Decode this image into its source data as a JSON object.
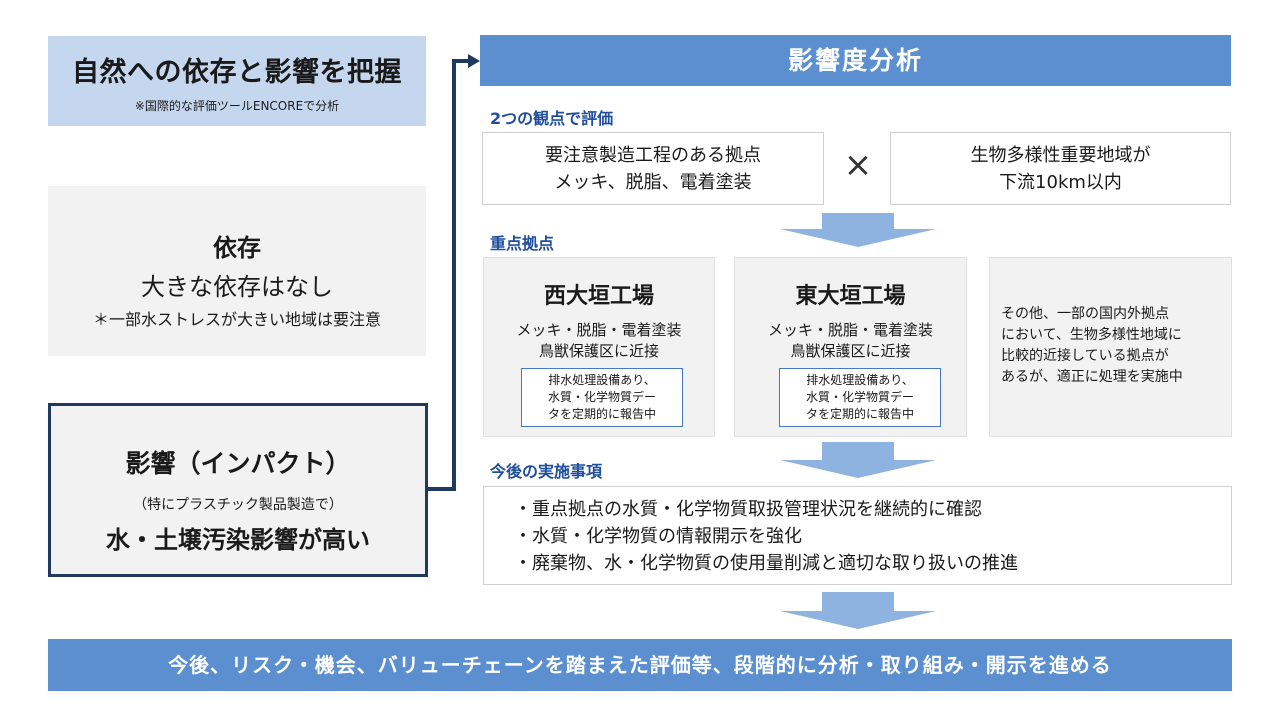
{
  "left": {
    "grasp_title": "自然への依存と影響を把握",
    "grasp_note": "※国際的な評価ツールENCOREで分析",
    "dependence_title": "依存",
    "dependence_main": "大きな依存はなし",
    "dependence_note": "＊一部水ストレスが大きい地域は要注意",
    "impact_title": "影響（インパクト）",
    "impact_note": "（特にプラスチック製品製造で）",
    "impact_main": "水・土壌汚染影響が高い"
  },
  "header": {
    "title": "影響度分析"
  },
  "evaluation": {
    "label": "2つの観点で評価",
    "box1_line1": "要注意製造工程のある拠点",
    "box1_line2": "メッキ、脱脂、電着塗装",
    "times": "×",
    "box2_line1": "生物多様性重要地域が",
    "box2_line2": "下流10km以内"
  },
  "priority": {
    "label": "重点拠点",
    "sites": [
      {
        "name": "西大垣工場",
        "desc1": "メッキ・脱脂・電着塗装",
        "desc2": "鳥獣保護区に近接",
        "note1": "排水処理設備あり、",
        "note2": "水質・化学物質デー",
        "note3": "タを定期的に報告中"
      },
      {
        "name": "東大垣工場",
        "desc1": "メッキ・脱脂・電着塗装",
        "desc2": "鳥獣保護区に近接",
        "note1": "排水処理設備あり、",
        "note2": "水質・化学物質デー",
        "note3": "タを定期的に報告中"
      }
    ],
    "other1": "その他、一部の国内外拠点",
    "other2": "において、生物多様性地域に",
    "other3": "比較的近接している拠点が",
    "other4": "あるが、適正に処理を実施中"
  },
  "future": {
    "label": "今後の実施事項",
    "items": [
      "・重点拠点の水質・化学物質取扱管理状況を継続的に確認",
      "・水質・化学物質の情報開示を強化",
      "・廃棄物、水・化学物質の使用量削減と適切な取り扱いの推進"
    ]
  },
  "bottom": {
    "text": "今後、リスク・機会、バリューチェーンを踏まえた評価等、段階的に分析・取り組み・開示を進める"
  },
  "colors": {
    "accent": "#5b8fd0",
    "light_blue": "#c5d7ee",
    "dark_navy": "#1f3a5f",
    "label_blue": "#1f4e9c",
    "gray_box": "#f2f2f2"
  }
}
